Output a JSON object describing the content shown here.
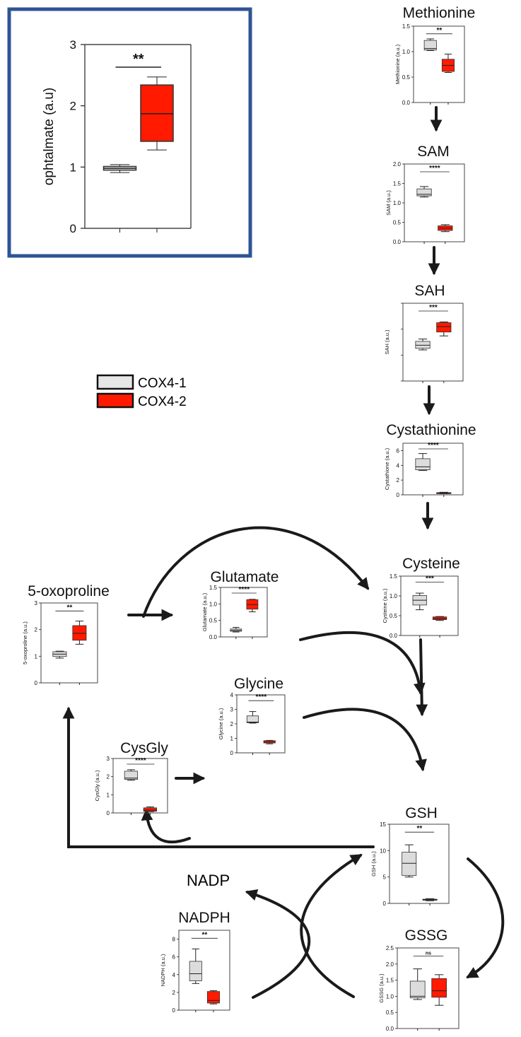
{
  "legend": {
    "items": [
      {
        "label": "COX4-1",
        "color": "#e6e6e6"
      },
      {
        "label": "COX4-2",
        "color": "#ff1a00"
      }
    ]
  },
  "labels": {
    "nadp": "NADP"
  },
  "colors": {
    "group1_fill": "#dcdcdc",
    "group2_fill": "#ff1a00",
    "inset_frame": "#2e5496",
    "arrow": "#1a1a1a"
  },
  "chart_data": [
    {
      "id": "ophtalmate",
      "type": "box",
      "title": "",
      "ylabel": "ophtalmate (a.u)",
      "ylim": [
        0,
        3
      ],
      "yticks": [
        "0",
        "1",
        "2",
        "3"
      ],
      "significance": "**",
      "groups": [
        {
          "name": "COX4-1",
          "min": 0.91,
          "q1": 0.95,
          "median": 0.98,
          "q3": 1.01,
          "max": 1.04
        },
        {
          "name": "COX4-2",
          "min": 1.28,
          "q1": 1.42,
          "median": 1.87,
          "q3": 2.34,
          "max": 2.47
        }
      ]
    },
    {
      "id": "methionine",
      "type": "box",
      "title": "Methionine",
      "ylabel": "Methionine (a.u.)",
      "ylim": [
        0,
        1.5
      ],
      "yticks": [
        "0.0",
        "0.5",
        "1.0",
        "1.5"
      ],
      "significance": "**",
      "groups": [
        {
          "name": "COX4-1",
          "min": 1.02,
          "q1": 1.03,
          "median": 1.06,
          "q3": 1.22,
          "max": 1.25
        },
        {
          "name": "COX4-2",
          "min": 0.59,
          "q1": 0.61,
          "median": 0.73,
          "q3": 0.85,
          "max": 0.95
        }
      ]
    },
    {
      "id": "sam",
      "type": "box",
      "title": "SAM",
      "ylabel": "SAM (a.u.)",
      "ylim": [
        0,
        2.0
      ],
      "yticks": [
        "0.0",
        "0.5",
        "1.0",
        "1.5",
        "2.0"
      ],
      "significance": "****",
      "groups": [
        {
          "name": "COX4-1",
          "min": 1.15,
          "q1": 1.18,
          "median": 1.22,
          "q3": 1.36,
          "max": 1.42
        },
        {
          "name": "COX4-2",
          "min": 0.26,
          "q1": 0.29,
          "median": 0.35,
          "q3": 0.41,
          "max": 0.44
        }
      ]
    },
    {
      "id": "sah",
      "type": "box",
      "title": "SAH",
      "ylabel": "SAH (a.u.)",
      "ylim": [
        0,
        1
      ],
      "yticks": [
        "",
        "",
        "",
        ""
      ],
      "significance": "***",
      "groups": [
        {
          "name": "COX4-1",
          "min": 0.4,
          "q1": 0.42,
          "median": 0.46,
          "q3": 0.51,
          "max": 0.54
        },
        {
          "name": "COX4-2",
          "min": 0.58,
          "q1": 0.63,
          "median": 0.7,
          "q3": 0.75,
          "max": 0.76
        }
      ]
    },
    {
      "id": "cystathionine",
      "type": "box",
      "title": "Cystathionine",
      "ylabel": "Cystathione (a.u.)",
      "ylim": [
        0,
        7
      ],
      "yticks": [
        "0",
        "2",
        "4",
        "6"
      ],
      "significance": "****",
      "groups": [
        {
          "name": "COX4-1",
          "min": 3.3,
          "q1": 3.4,
          "median": 3.8,
          "q3": 4.9,
          "max": 5.6
        },
        {
          "name": "COX4-2",
          "min": 0.15,
          "q1": 0.18,
          "median": 0.22,
          "q3": 0.3,
          "max": 0.35
        }
      ]
    },
    {
      "id": "cysteine",
      "type": "box",
      "title": "Cysteine",
      "ylabel": "Cysteine (a.u.)",
      "ylim": [
        0,
        1.5
      ],
      "yticks": [
        "0.0",
        "0.5",
        "1.0",
        "1.5"
      ],
      "significance": "***",
      "groups": [
        {
          "name": "COX4-1",
          "min": 0.65,
          "q1": 0.77,
          "median": 0.89,
          "q3": 1.01,
          "max": 1.07
        },
        {
          "name": "COX4-2",
          "min": 0.38,
          "q1": 0.4,
          "median": 0.43,
          "q3": 0.47,
          "max": 0.48
        }
      ]
    },
    {
      "id": "glutamate",
      "type": "box",
      "title": "Glutamate",
      "ylabel": "Glutamate (a.u.)",
      "ylim": [
        0,
        1.5
      ],
      "yticks": [
        "0.0",
        "0.5",
        "1.0",
        "1.5"
      ],
      "significance": "****",
      "groups": [
        {
          "name": "COX4-1",
          "min": 0.15,
          "q1": 0.17,
          "median": 0.2,
          "q3": 0.24,
          "max": 0.29
        },
        {
          "name": "COX4-2",
          "min": 0.76,
          "q1": 0.84,
          "median": 0.98,
          "q3": 1.13,
          "max": 1.14
        }
      ]
    },
    {
      "id": "oxoproline",
      "type": "box",
      "title": "5-oxoproline",
      "ylabel": "5-oxoproline (a.u.)",
      "ylim": [
        0,
        3
      ],
      "yticks": [
        "0",
        "1",
        "2",
        "3"
      ],
      "significance": "**",
      "groups": [
        {
          "name": "COX4-1",
          "min": 0.93,
          "q1": 0.99,
          "median": 1.08,
          "q3": 1.17,
          "max": 1.19
        },
        {
          "name": "COX4-2",
          "min": 1.45,
          "q1": 1.6,
          "median": 1.86,
          "q3": 2.15,
          "max": 2.32
        }
      ]
    },
    {
      "id": "cysgly",
      "type": "box",
      "title": "CysGly",
      "ylabel": "CysGly (a.u.)",
      "ylim": [
        0,
        3
      ],
      "yticks": [
        "0",
        "1",
        "2",
        "3"
      ],
      "significance": "****",
      "groups": [
        {
          "name": "COX4-1",
          "min": 1.8,
          "q1": 1.85,
          "median": 1.92,
          "q3": 2.3,
          "max": 2.38
        },
        {
          "name": "COX4-2",
          "min": 0.07,
          "q1": 0.09,
          "median": 0.15,
          "q3": 0.28,
          "max": 0.33
        }
      ]
    },
    {
      "id": "glycine",
      "type": "box",
      "title": "Glycine",
      "ylabel": "Glycine (a.u.)",
      "ylim": [
        0,
        4
      ],
      "yticks": [
        "0",
        "1",
        "2",
        "3",
        "4"
      ],
      "significance": "****",
      "groups": [
        {
          "name": "COX4-1",
          "min": 2.05,
          "q1": 2.08,
          "median": 2.12,
          "q3": 2.55,
          "max": 2.85
        },
        {
          "name": "COX4-2",
          "min": 0.62,
          "q1": 0.68,
          "median": 0.75,
          "q3": 0.84,
          "max": 0.86
        }
      ]
    },
    {
      "id": "gsh",
      "type": "box",
      "title": "GSH",
      "ylabel": "GSH (a.u.)",
      "ylim": [
        0,
        15
      ],
      "yticks": [
        "0",
        "5",
        "10",
        "15"
      ],
      "significance": "**",
      "groups": [
        {
          "name": "COX4-1",
          "min": 5.0,
          "q1": 5.3,
          "median": 7.6,
          "q3": 9.7,
          "max": 11.1
        },
        {
          "name": "COX4-2",
          "min": 0.5,
          "q1": 0.6,
          "median": 0.7,
          "q3": 0.8,
          "max": 0.9
        }
      ]
    },
    {
      "id": "gssg",
      "type": "box",
      "title": "GSSG",
      "ylabel": "GSSG (a.u.)",
      "ylim": [
        0,
        2.5
      ],
      "yticks": [
        "0.0",
        "0.5",
        "1.0",
        "1.5",
        "2.0",
        "2.5"
      ],
      "significance": "ns",
      "groups": [
        {
          "name": "COX4-1",
          "min": 0.9,
          "q1": 0.95,
          "median": 1.0,
          "q3": 1.47,
          "max": 1.85
        },
        {
          "name": "COX4-2",
          "min": 0.72,
          "q1": 0.97,
          "median": 1.17,
          "q3": 1.55,
          "max": 1.67
        }
      ]
    },
    {
      "id": "nadph",
      "type": "box",
      "title": "NADPH",
      "ylabel": "NADPH (a.u.)",
      "ylim": [
        0,
        9
      ],
      "yticks": [
        "0",
        "2",
        "4",
        "6",
        "8"
      ],
      "significance": "**",
      "groups": [
        {
          "name": "COX4-1",
          "min": 3.0,
          "q1": 3.3,
          "median": 4.1,
          "q3": 5.5,
          "max": 6.9
        },
        {
          "name": "COX4-2",
          "min": 0.7,
          "q1": 0.8,
          "median": 1.1,
          "q3": 2.1,
          "max": 2.2
        }
      ]
    }
  ]
}
